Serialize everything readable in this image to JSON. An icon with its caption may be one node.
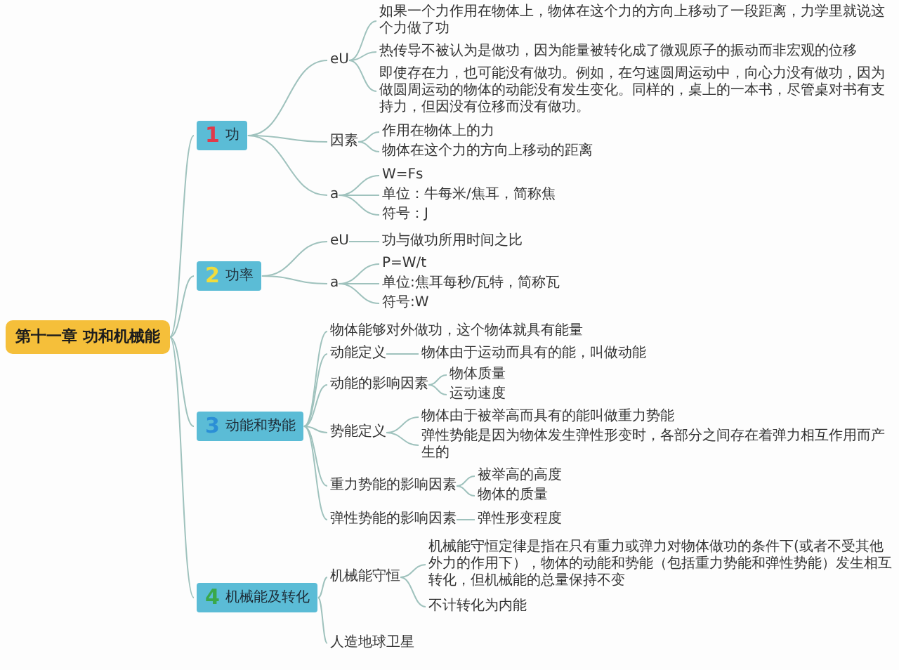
{
  "diagram": {
    "nodes": [
      {
        "text": [
          "第十一章 功和机械能"
        ]
      },
      {
        "text": [
          "1",
          "功"
        ]
      },
      {
        "text": [
          "eU"
        ]
      },
      {
        "text": [
          "如果一个力作用在物体上，物体在这个力的方向上移动了一段距离，力学里就说这个力做了功"
        ]
      },
      {
        "text": [
          "热传导不被认为是做功，因为能量被转化成了微观原子的振动而非宏观的位移"
        ]
      },
      {
        "text": [
          "即使存在力，也可能没有做功。例如，在匀速圆周运动中，向心力没有做功，因为做圆周运动的物体的动能没有发生变化。同样的，桌上的一本书，尽管桌对书有支持力，但因没有位移而没有做功。"
        ]
      },
      {
        "text": [
          "因素"
        ]
      },
      {
        "text": [
          "作用在物体上的力"
        ]
      },
      {
        "text": [
          "物体在这个力的方向上移动的距离"
        ]
      },
      {
        "text": [
          "a"
        ]
      },
      {
        "text": [
          "W=Fs"
        ]
      },
      {
        "text": [
          "单位：牛每米/焦耳，简称焦"
        ]
      },
      {
        "text": [
          "符号：J"
        ]
      },
      {
        "text": [
          "2",
          "功率"
        ]
      },
      {
        "text": [
          "eU"
        ]
      },
      {
        "text": [
          "功与做功所用时间之比"
        ]
      },
      {
        "text": [
          "a"
        ]
      },
      {
        "text": [
          "P=W/t"
        ]
      },
      {
        "text": [
          "单位:焦耳每秒/瓦特，简称瓦"
        ]
      },
      {
        "text": [
          "符号:W"
        ]
      },
      {
        "text": [
          "3",
          "动能和势能"
        ]
      },
      {
        "text": [
          "物体能够对外做功，这个物体就具有能量"
        ]
      },
      {
        "text": [
          "动能定义"
        ]
      },
      {
        "text": [
          "物体由于运动而具有的能，叫做动能"
        ]
      },
      {
        "text": [
          "动能的影响因素"
        ]
      },
      {
        "text": [
          "物体质量"
        ]
      },
      {
        "text": [
          "运动速度"
        ]
      },
      {
        "text": [
          "势能定义"
        ]
      },
      {
        "text": [
          "物体由于被举高而具有的能叫做重力势能"
        ]
      },
      {
        "text": [
          "弹性势能是因为物体发生弹性形变时，各部分之间存在着弹力相互作用而产生的"
        ]
      },
      {
        "text": [
          "重力势能的影响因素"
        ]
      },
      {
        "text": [
          "被举高的高度"
        ]
      },
      {
        "text": [
          "物体的质量"
        ]
      },
      {
        "text": [
          "弹性势能的影响因素"
        ]
      },
      {
        "text": [
          "弹性形变程度"
        ]
      },
      {
        "text": [
          "4",
          "机械能及转化"
        ]
      },
      {
        "text": [
          "机械能守恒"
        ]
      },
      {
        "text": [
          "机械能守恒定律是指在只有重力或弹力对物体做功的条件下(或者不受其他外力的作用下），物体的动能和势能（包括重力势能和弹性势能）发生相互转化，但机械能的总量保持不变"
        ]
      },
      {
        "text": [
          "不计转化为内能"
        ]
      },
      {
        "text": [
          "人造地球卫星"
        ]
      }
    ],
    "edges": [
      {
        "from": 0,
        "to": 1,
        "arrow": "none"
      },
      {
        "from": 0,
        "to": 13,
        "arrow": "none"
      },
      {
        "from": 0,
        "to": 20,
        "arrow": "none"
      },
      {
        "from": 0,
        "to": 35,
        "arrow": "none"
      },
      {
        "from": 1,
        "to": 2,
        "arrow": "none"
      },
      {
        "from": 1,
        "to": 6,
        "arrow": "none"
      },
      {
        "from": 1,
        "to": 9,
        "arrow": "none"
      },
      {
        "from": 2,
        "to": 3,
        "arrow": "none"
      },
      {
        "from": 2,
        "to": 4,
        "arrow": "none"
      },
      {
        "from": 2,
        "to": 5,
        "arrow": "none"
      },
      {
        "from": 6,
        "to": 7,
        "arrow": "none"
      },
      {
        "from": 6,
        "to": 8,
        "arrow": "none"
      },
      {
        "from": 9,
        "to": 10,
        "arrow": "none"
      },
      {
        "from": 9,
        "to": 11,
        "arrow": "none"
      },
      {
        "from": 9,
        "to": 12,
        "arrow": "none"
      },
      {
        "from": 13,
        "to": 14,
        "arrow": "none"
      },
      {
        "from": 13,
        "to": 16,
        "arrow": "none"
      },
      {
        "from": 14,
        "to": 15,
        "arrow": "none"
      },
      {
        "from": 16,
        "to": 17,
        "arrow": "none"
      },
      {
        "from": 16,
        "to": 18,
        "arrow": "none"
      },
      {
        "from": 16,
        "to": 19,
        "arrow": "none"
      },
      {
        "from": 20,
        "to": 21,
        "arrow": "none"
      },
      {
        "from": 20,
        "to": 22,
        "arrow": "none"
      },
      {
        "from": 20,
        "to": 24,
        "arrow": "none"
      },
      {
        "from": 20,
        "to": 27,
        "arrow": "none"
      },
      {
        "from": 20,
        "to": 30,
        "arrow": "none"
      },
      {
        "from": 20,
        "to": 33,
        "arrow": "none"
      },
      {
        "from": 22,
        "to": 23,
        "arrow": "none"
      },
      {
        "from": 24,
        "to": 25,
        "arrow": "none"
      },
      {
        "from": 24,
        "to": 26,
        "arrow": "none"
      },
      {
        "from": 27,
        "to": 28,
        "arrow": "none"
      },
      {
        "from": 27,
        "to": 29,
        "arrow": "none"
      },
      {
        "from": 30,
        "to": 31,
        "arrow": "none"
      },
      {
        "from": 30,
        "to": 32,
        "arrow": "none"
      },
      {
        "from": 33,
        "to": 34,
        "arrow": "none"
      },
      {
        "from": 35,
        "to": 36,
        "arrow": "none"
      },
      {
        "from": 35,
        "to": 39,
        "arrow": "none"
      },
      {
        "from": 36,
        "to": 37,
        "arrow": "none"
      },
      {
        "from": 36,
        "to": 38,
        "arrow": "none"
      }
    ]
  }
}
